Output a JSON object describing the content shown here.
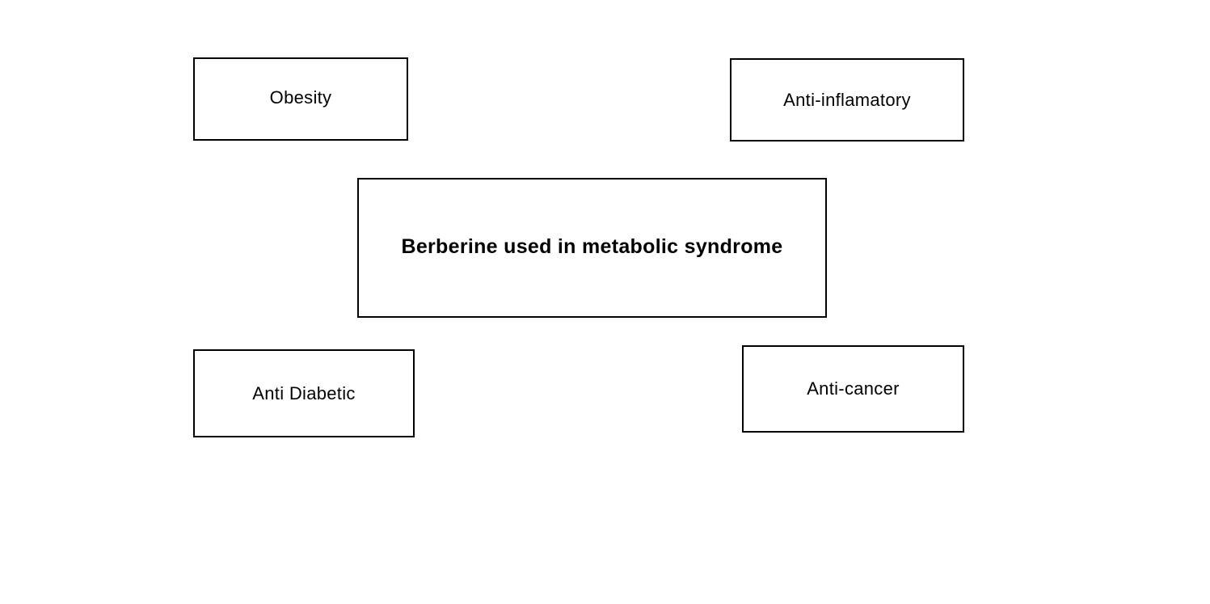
{
  "diagram": {
    "central": {
      "label": "Berberine used in metabolic syndrome"
    },
    "nodes": [
      {
        "id": "obesity",
        "label": "Obesity"
      },
      {
        "id": "anti-inflamatory",
        "label": "Anti-inflamatory"
      },
      {
        "id": "anti-diabetic",
        "label": "Anti Diabetic"
      },
      {
        "id": "anti-cancer",
        "label": "Anti-cancer"
      }
    ],
    "colors": {
      "border": "#000000",
      "background": "#ffffff",
      "text": "#000000"
    }
  }
}
